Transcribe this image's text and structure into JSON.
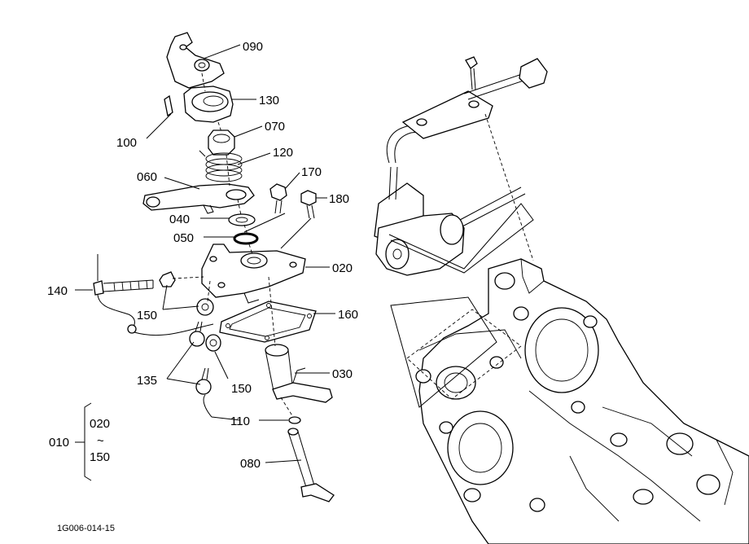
{
  "labels": {
    "p090": "090",
    "p130": "130",
    "p100": "100",
    "p070": "070",
    "p120": "120",
    "p060": "060",
    "p170": "170",
    "p180": "180",
    "p040": "040",
    "p050": "050",
    "p020": "020",
    "p140": "140",
    "p150a": "150",
    "p160": "160",
    "p030": "030",
    "p135": "135",
    "p150b": "150",
    "p110": "110",
    "p080": "080",
    "assy": "010",
    "range_from": "020",
    "range_sep": "~",
    "range_to": "150"
  },
  "figure_code": "1G006-014-15"
}
